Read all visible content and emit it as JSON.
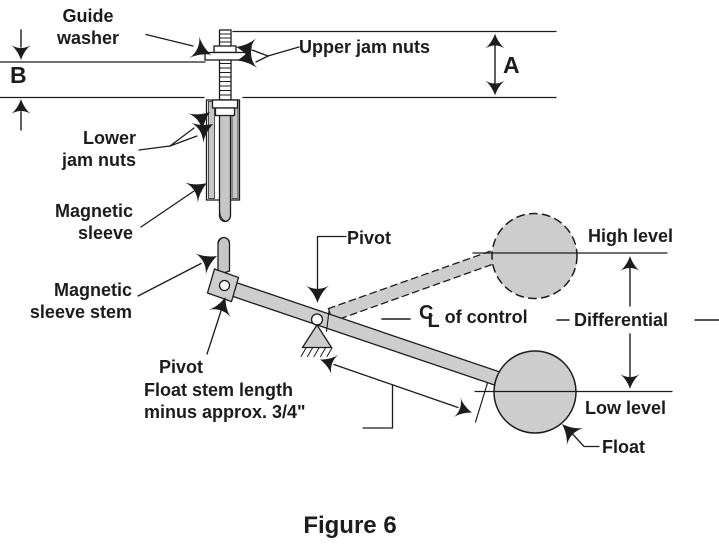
{
  "figure": {
    "caption": "Figure 6"
  },
  "diagram": {
    "labels": {
      "guide_washer": "Guide\nwasher",
      "upper_jam_nuts": "Upper jam nuts",
      "lower_jam_nuts": "Lower\njam nuts",
      "magnetic_sleeve": "Magnetic\nsleeve",
      "magnetic_sleeve_stem": "Magnetic\nsleeve stem",
      "pivot_upper": "Pivot",
      "pivot_lower": "Pivot",
      "high_level": "High level",
      "low_level": "Low level",
      "differential": "Differential",
      "float": "Float",
      "float_stem_note": "Float stem length\nminus approx. 3/4\"",
      "centerline": {
        "c": "C",
        "l": "L",
        "text": "of control"
      }
    },
    "dimensions": {
      "a": "A",
      "b": "B"
    },
    "colors": {
      "line": "#1c1c1c",
      "part_gray": "#cdcdcd",
      "background": "#ffffff"
    }
  }
}
